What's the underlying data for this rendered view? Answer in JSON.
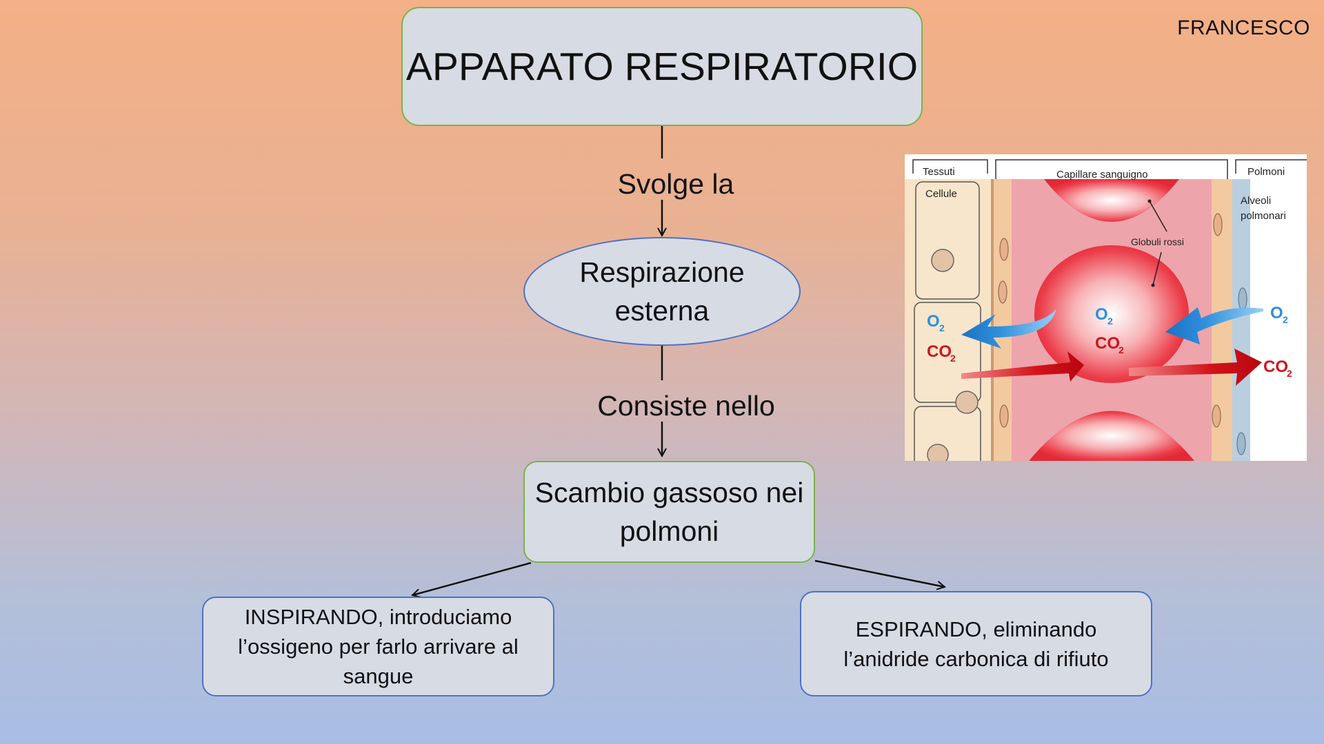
{
  "author": "FRANCESCO",
  "title": "APPARATO RESPIRATORIO",
  "links": {
    "svolge": "Svolge la",
    "consiste": "Consiste nello"
  },
  "nodes": {
    "respirazione": "Respirazione esterna",
    "scambio": "Scambio gassoso nei polmoni",
    "inspirando": "INSPIRANDO, introduciamo l’ossigeno per farlo arrivare al sangue",
    "espirando": "ESPIRANDO, eliminando l’anidride carbonica di rifiuto"
  },
  "figure": {
    "tessuti": "Tessuti",
    "capillare": "Capillare sanguigno",
    "polmoni": "Polmoni",
    "cellule": "Cellule",
    "alveoli_1": "Alveoli",
    "alveoli_2": "polmonari",
    "globuli": "Globuli rossi",
    "o2": "O",
    "co2": "CO",
    "sub": "2",
    "colors": {
      "o2": "#2f8fdc",
      "co2": "#d0141e"
    }
  }
}
